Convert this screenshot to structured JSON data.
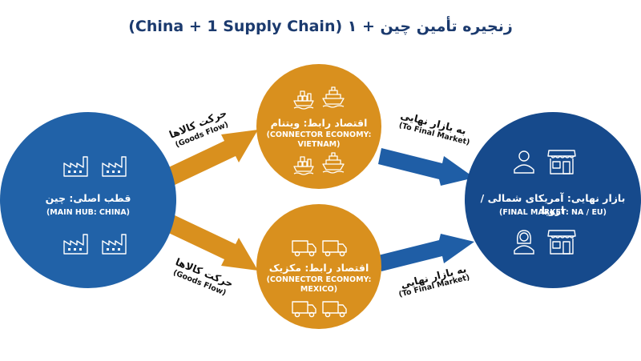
{
  "title": "زنجیره تأمین چین + ۱ (China + 1 Supply Chain)",
  "colors": {
    "hub": "#2162a8",
    "connector": "#d9901e",
    "market": "#164a8c",
    "arrow_orange": "#d9901e",
    "arrow_blue": "#1f5ea6",
    "title": "#1b3a6e"
  },
  "nodes": {
    "hub": {
      "label_fa": "قطب اصلی: چین",
      "label_en": "(MAIN HUB: CHINA)",
      "icons": [
        "factory-icon",
        "factory-icon",
        "factory-icon",
        "factory-icon"
      ]
    },
    "vietnam": {
      "label_fa": "اقتصاد رابط: ویتنام",
      "label_en_1": "(CONNECTOR ECONOMY:",
      "label_en_2": "VIETNAM)",
      "icons": [
        "cargo-ship-icon",
        "cruise-ship-icon",
        "cargo-ship-icon",
        "cruise-ship-icon"
      ]
    },
    "mexico": {
      "label_fa": "اقتصاد رابط: مکزیک",
      "label_en_1": "(CONNECTOR ECONOMY:",
      "label_en_2": "MEXICO)",
      "icons": [
        "truck-icon",
        "truck-icon",
        "truck-icon",
        "truck-icon"
      ]
    },
    "market": {
      "label_fa": "بازار نهایی: آمریکای شمالی / اروپا",
      "label_en": "(FINAL MARKET: NA / EU)",
      "icons": [
        "man-icon",
        "storefront-icon",
        "woman-icon",
        "storefront-icon"
      ]
    }
  },
  "arrows": {
    "to_vietnam": {
      "fa": "حرکت کالاها",
      "en": "(Goods Flow)"
    },
    "to_mexico": {
      "fa": "حرکت کالاها",
      "en": "(Goods Flow)"
    },
    "vietnam_to_market": {
      "fa": "به بازار نهایی",
      "en": "(To Final Market)"
    },
    "mexico_to_market": {
      "fa": "به بازار نهایی",
      "en": "(To Final Market)"
    }
  }
}
